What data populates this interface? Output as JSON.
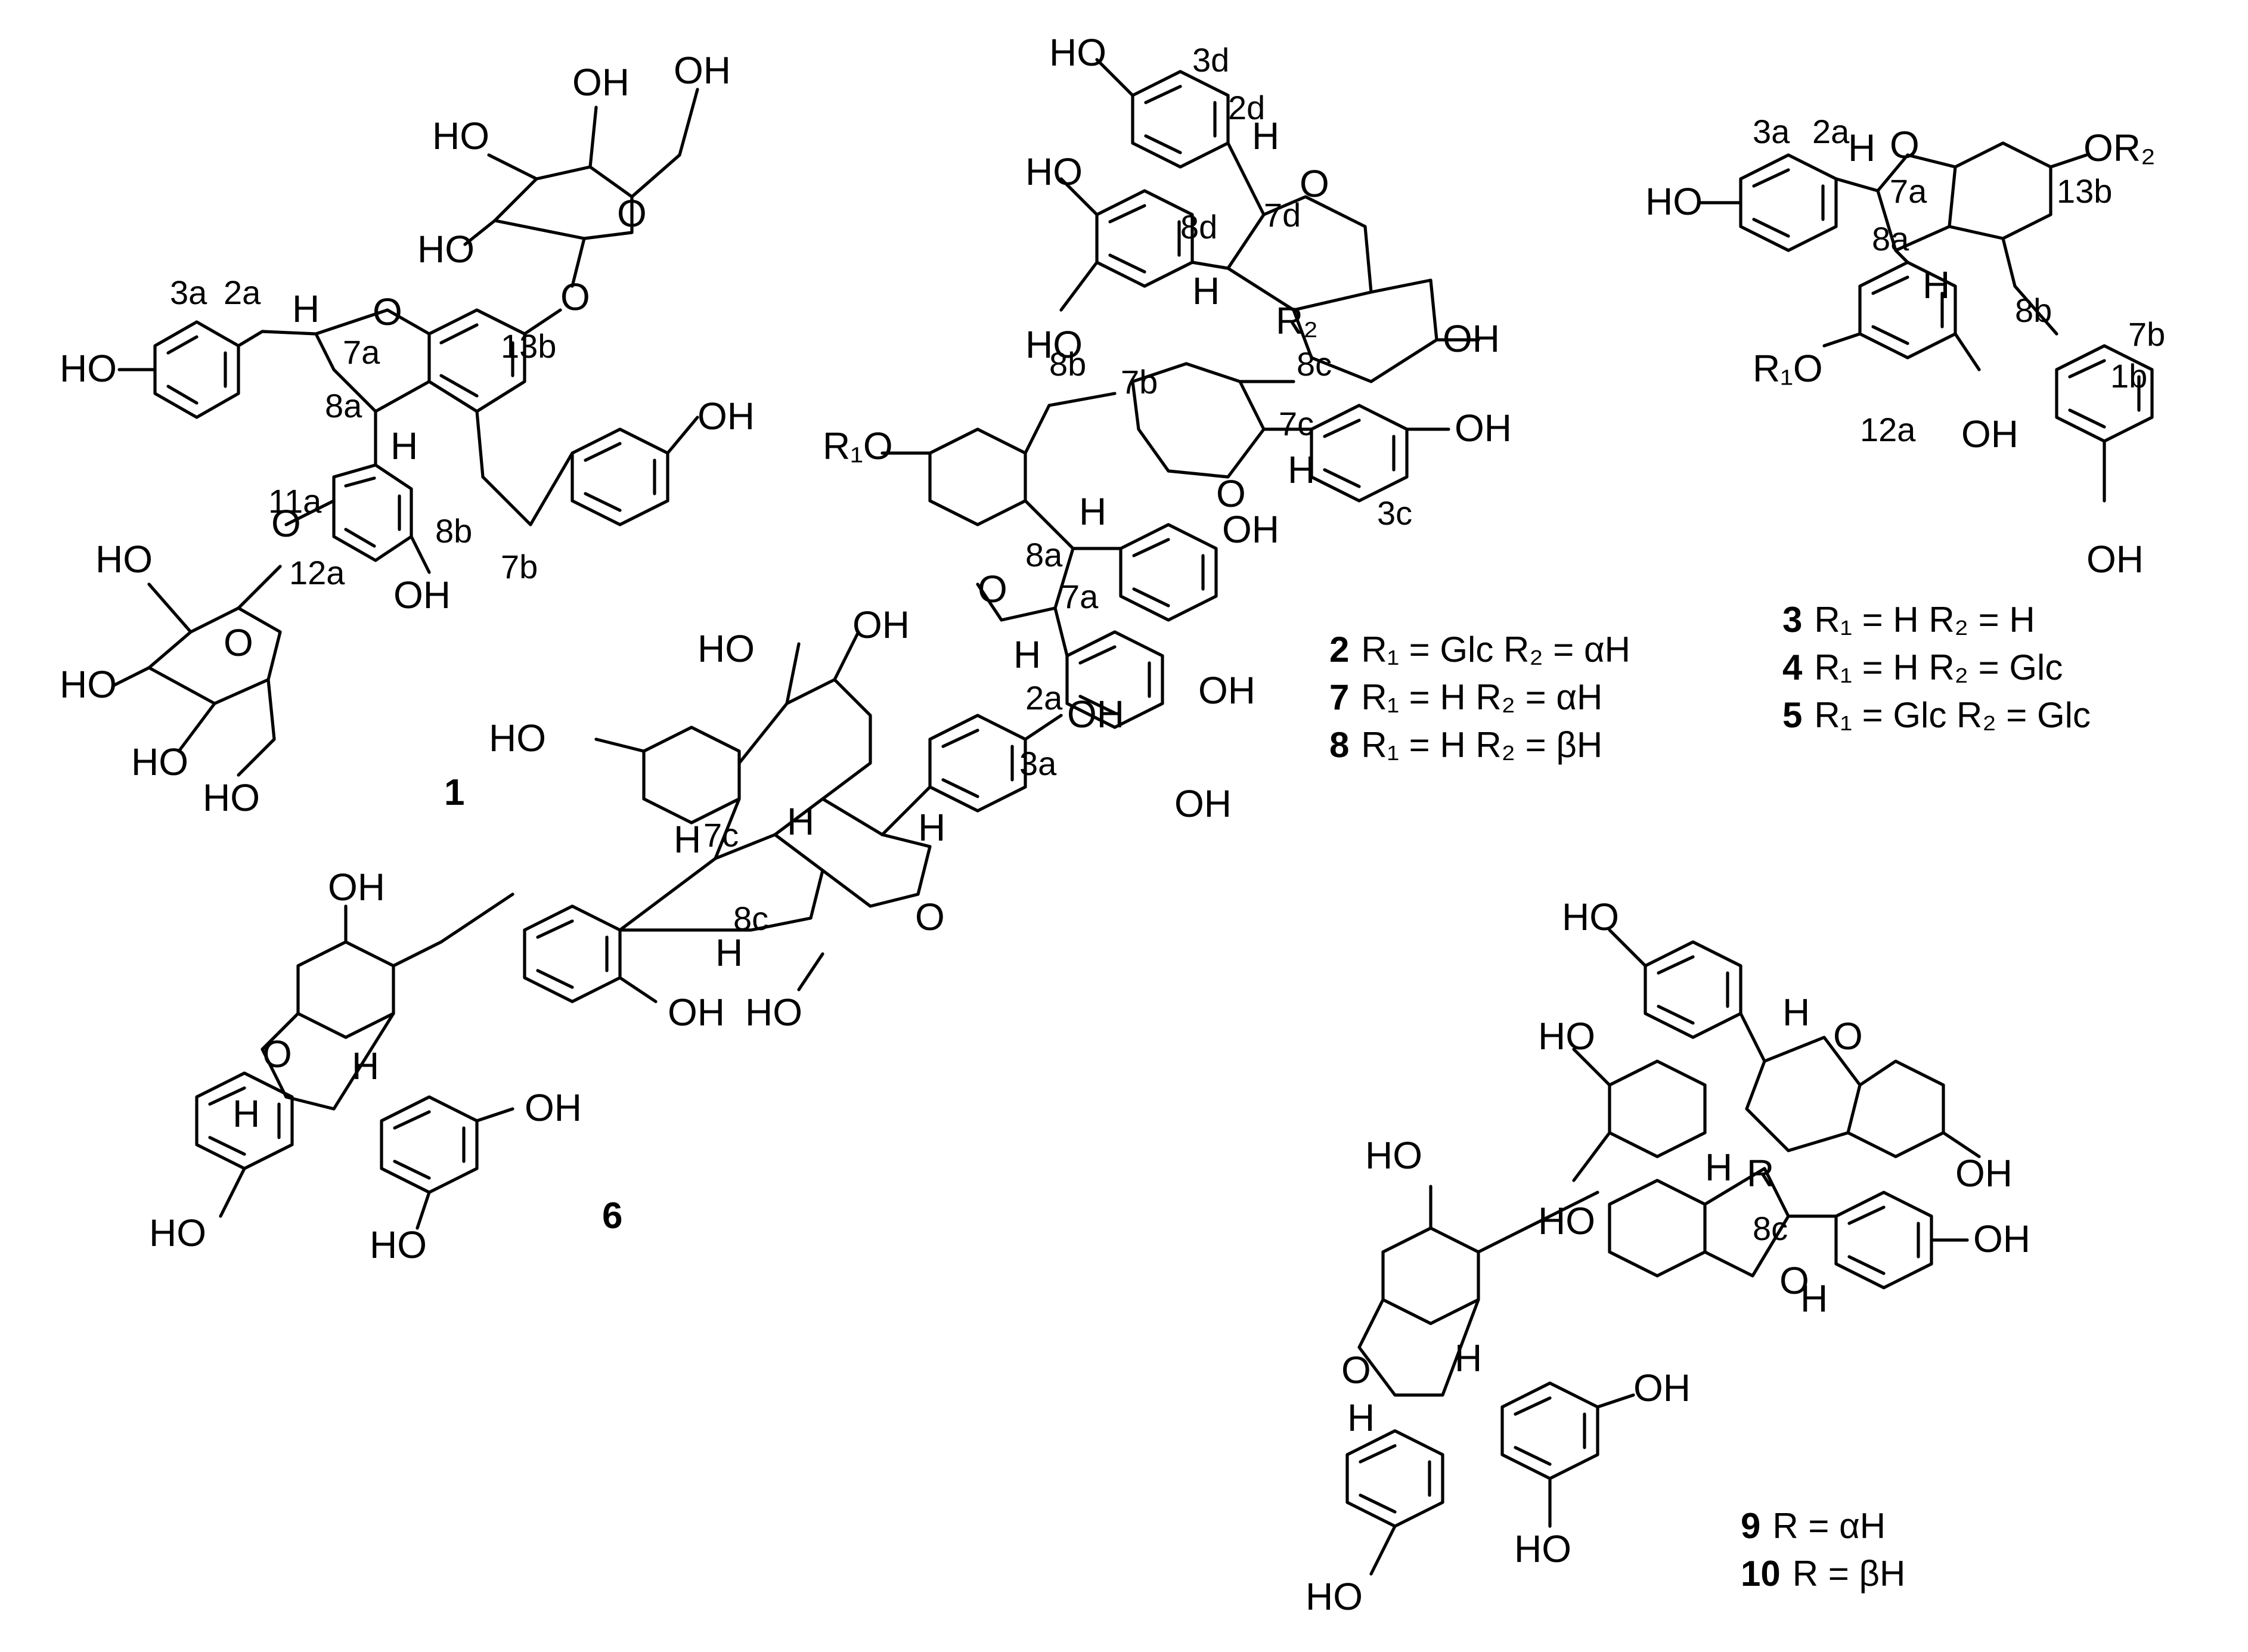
{
  "atoms": {
    "HO": "HO",
    "OH": "OH",
    "O": "O",
    "H": "H",
    "OR1": "R₁O",
    "OR2": "OR₂",
    "R2": "R₂",
    "R": "R"
  },
  "compound_numbers": [
    "1",
    "6"
  ],
  "position_labels": {
    "c1": [
      "3a",
      "2a",
      "7a",
      "8a",
      "13b",
      "11a",
      "12a",
      "8b",
      "7b"
    ],
    "c2": [
      "3d",
      "2d",
      "7d",
      "8d",
      "8c",
      "7c",
      "3c",
      "8b",
      "7b",
      "8a",
      "7a",
      "2a",
      "3a"
    ],
    "c3": [
      "3a",
      "2a",
      "7a",
      "8a",
      "13b",
      "8b",
      "7b",
      "1b",
      "12a"
    ],
    "c6": [
      "7c",
      "8c"
    ],
    "c9": [
      "8c"
    ]
  },
  "legend_2": [
    {
      "num": "2",
      "text": "R₁ = Glc R₂ = αH"
    },
    {
      "num": "7",
      "text": "R₁ = H R₂ = αH"
    },
    {
      "num": "8",
      "text": "R₁ = H R₂ = βH"
    }
  ],
  "legend_3": [
    {
      "num": "3",
      "text": "R₁ = H R₂ = H"
    },
    {
      "num": "4",
      "text": "R₁ = H R₂ = Glc"
    },
    {
      "num": "5",
      "text": "R₁ = Glc R₂ = Glc"
    }
  ],
  "legend_9": [
    {
      "num": "9",
      "text": "R = αH"
    },
    {
      "num": "10",
      "text": "R = βH"
    }
  ]
}
